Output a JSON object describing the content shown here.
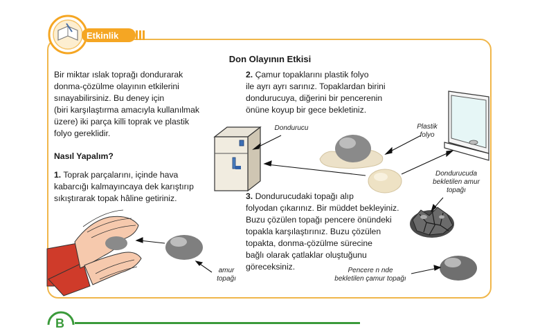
{
  "activity": {
    "badge_label": "Etkinlik",
    "title": "Don Olayının Etkisi",
    "intro": [
      "Bir miktar ıslak toprağı dondurarak",
      "donma-çözülme olayının etkilerini",
      "sınayabilirsiniz. Bu deney için",
      "(biri karşılaştırma amacıyla kullanılmak",
      "üzere) iki parça killi toprak ve plastik",
      "folyo gereklidir."
    ],
    "how_heading": "Nasıl Yapalım?",
    "steps": [
      {
        "number": "1.",
        "lines": [
          "Toprak parçalarını, içinde hava",
          "kabarcığı kalmayıncaya dek karıştırıp",
          "sıkıştırarak topak hâline getiriniz."
        ]
      },
      {
        "number": "2.",
        "lines": [
          "Çamur topaklarını plastik folyo",
          "ile ayrı ayrı sarınız. Topaklardan birini",
          "dondurucuya, diğerini bir pencerenin",
          "önüne koyup bir gece bekletiniz."
        ]
      },
      {
        "number": "3.",
        "lines": [
          "Dondurucudaki topağı alıp",
          "folyodan çıkarınız. Bir müddet bekleyiniz.",
          "Buzu çözülen topağı pencere önündeki",
          "topakla karşılaştırınız. Buzu çözülen",
          "topakta, donma-çözülme sürecine",
          "bağlı olarak çatlaklar oluştuğunu",
          "göreceksiniz."
        ]
      }
    ]
  },
  "labels": {
    "freezer": "Dondurucu",
    "plastic_foil": [
      "Plastik",
      "folyo"
    ],
    "frozen_clump": [
      "Dondurucuda",
      "bekletilen amur",
      "topağı"
    ],
    "clay_clump": [
      "amur",
      "topağı"
    ],
    "window_clump": [
      "Pencere n nde",
      "bekletilen çamur topağı"
    ]
  },
  "colors": {
    "frame": "#f0b64a",
    "badge": "#f5a623",
    "bottom_badge": "#3a9a3a"
  },
  "bottom_badge_letter": "B"
}
